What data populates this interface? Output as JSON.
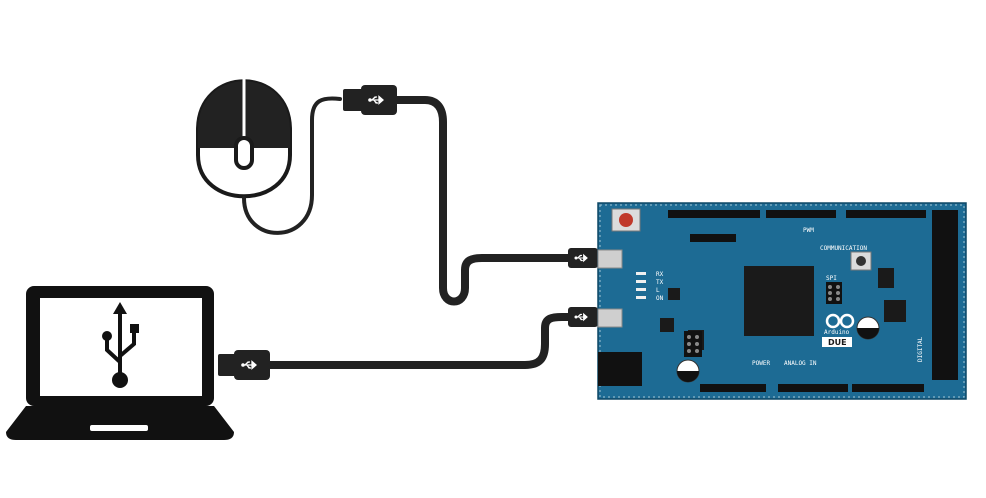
{
  "colors": {
    "board": "#1d6b94",
    "board_dark": "#175a7e",
    "cable": "#222222",
    "ink": "#1a1a1a",
    "white": "#ffffff",
    "reset": "#c0392b"
  },
  "board": {
    "brand": "Arduino",
    "model": "DUE",
    "label_communication": "COMMUNICATION",
    "label_pwm": "PWM",
    "label_power": "POWER",
    "label_analog": "ANALOG IN",
    "label_spi": "SPI",
    "label_digital": "DIGITAL",
    "led_labels": [
      "RX",
      "TX",
      "L",
      "ON"
    ]
  },
  "icons": {
    "usb_symbol": "usb-icon",
    "mouse": "mouse-icon",
    "laptop": "laptop-icon"
  }
}
